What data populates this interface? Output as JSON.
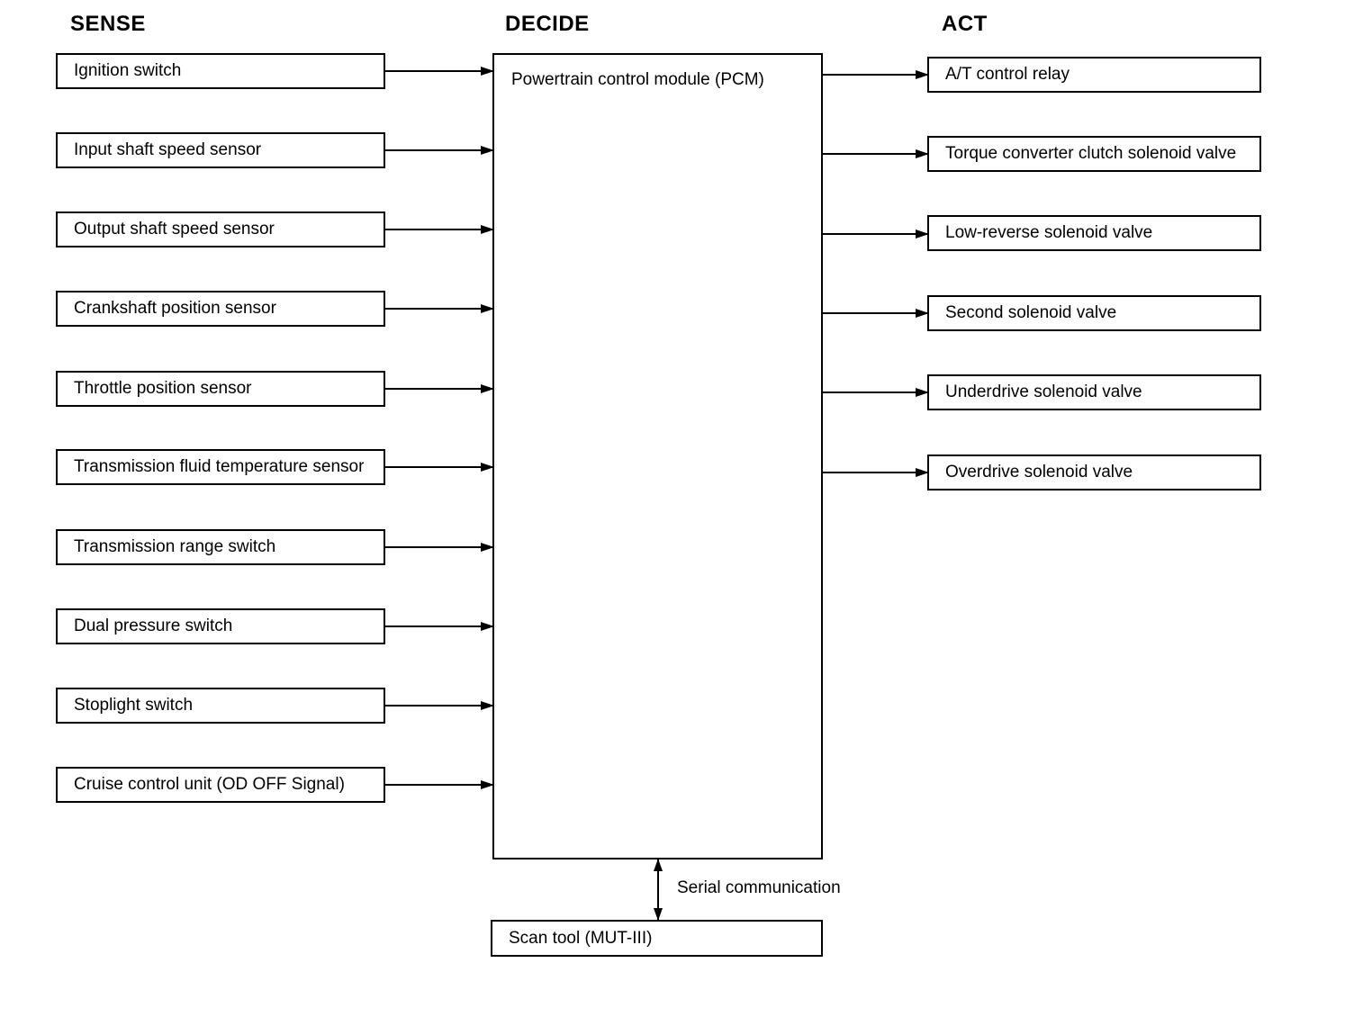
{
  "headers": {
    "sense": "SENSE",
    "decide": "DECIDE",
    "act": "ACT"
  },
  "sense_items": [
    "Ignition switch",
    "Input shaft speed sensor",
    "Output shaft speed sensor",
    "Crankshaft position sensor",
    "Throttle position sensor",
    "Transmission fluid temperature sensor",
    "Transmission range switch",
    "Dual pressure switch",
    "Stoplight switch",
    "Cruise control unit (OD OFF Signal)"
  ],
  "pcm_label": "Powertrain control module (PCM)",
  "act_items": [
    "A/T control relay",
    "Torque converter clutch solenoid valve",
    "Low-reverse solenoid valve",
    "Second solenoid valve",
    "Underdrive solenoid valve",
    "Overdrive solenoid valve"
  ],
  "scan_tool_label": "Scan tool (MUT-III)",
  "serial_communication_label": "Serial communication",
  "colors": {
    "line": "#000000",
    "background": "#ffffff",
    "text": "#000000"
  }
}
